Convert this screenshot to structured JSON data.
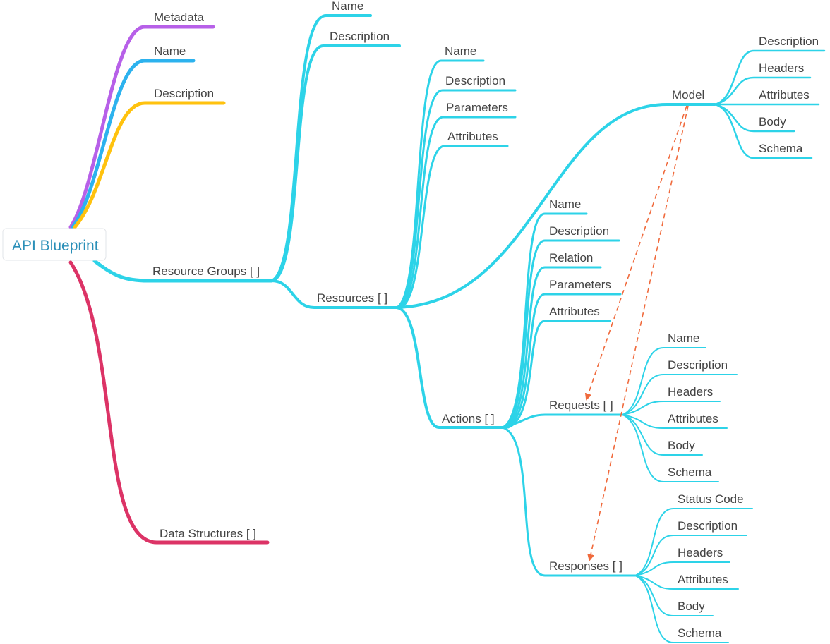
{
  "root": {
    "label": "API Blueprint"
  },
  "colors": {
    "purple": "#b760e8",
    "blue": "#2cb2ee",
    "yellow": "#ffc20e",
    "cyan": "#2dd3e8",
    "crimson": "#dc3366",
    "arrow": "#f06a3c"
  },
  "level1": {
    "metadata": "Metadata",
    "name": "Name",
    "description": "Description",
    "resource_groups": "Resource Groups [ ]",
    "data_structures": "Data Structures [ ]"
  },
  "resource_group": {
    "name": "Name",
    "description": "Description",
    "resources": "Resources [ ]"
  },
  "resource": {
    "name": "Name",
    "description": "Description",
    "parameters": "Parameters",
    "attributes": "Attributes",
    "model": "Model",
    "actions": "Actions [ ]"
  },
  "model": {
    "description": "Description",
    "headers": "Headers",
    "attributes": "Attributes",
    "body": "Body",
    "schema": "Schema"
  },
  "action": {
    "name": "Name",
    "description": "Description",
    "relation": "Relation",
    "parameters": "Parameters",
    "attributes": "Attributes",
    "requests": "Requests [ ]",
    "responses": "Responses [ ]"
  },
  "request": {
    "name": "Name",
    "description": "Description",
    "headers": "Headers",
    "attributes": "Attributes",
    "body": "Body",
    "schema": "Schema"
  },
  "response": {
    "status_code": "Status Code",
    "description": "Description",
    "headers": "Headers",
    "attributes": "Attributes",
    "body": "Body",
    "schema": "Schema"
  }
}
